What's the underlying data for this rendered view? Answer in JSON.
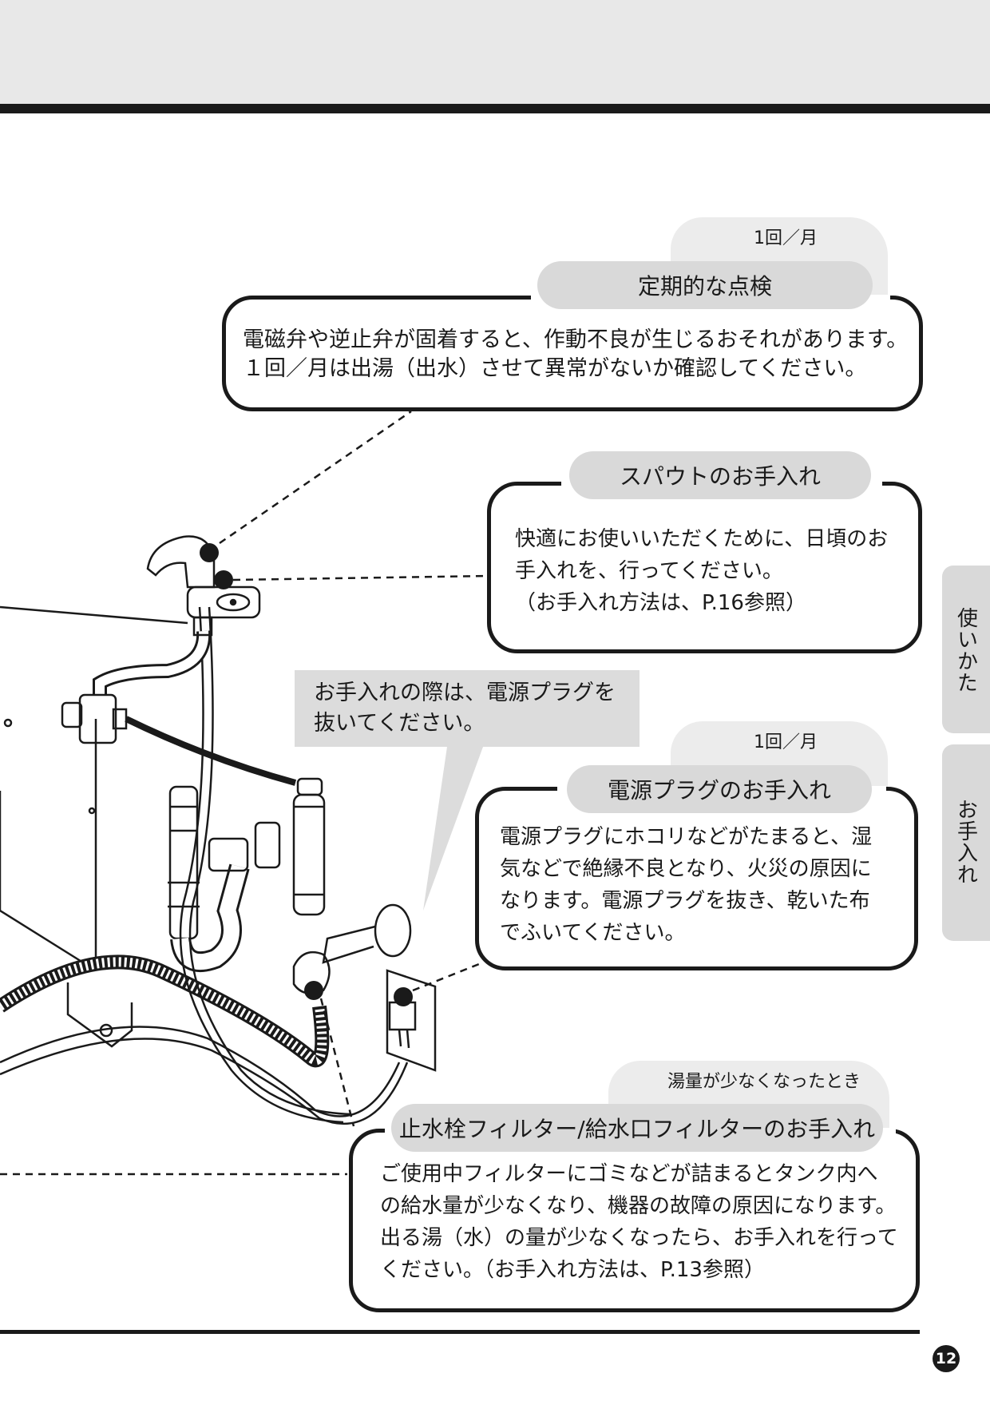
{
  "inspection": {
    "frequency": "1回／月",
    "title": "定期的な点検",
    "lines": [
      "電磁弁や逆止弁が固着すると、作動不良が生じるおそれがあります。",
      "１回／月は出湯（出水）させて異常がないか確認してください。"
    ]
  },
  "spout": {
    "title": "スパウトのお手入れ",
    "lines": [
      "快適にお使いいただくために、日頃のお",
      "手入れを、行ってください。",
      "（お手入れ方法は、P.16参照）"
    ]
  },
  "notice": {
    "lines": [
      "お手入れの際は、電源プラグを",
      "抜いてください。"
    ]
  },
  "plug": {
    "frequency": "1回／月",
    "title": "電源プラグのお手入れ",
    "lines": [
      "電源プラグにホコリなどがたまると、湿",
      "気などで絶縁不良となり、火災の原因に",
      "なります。電源プラグを抜き、乾いた布",
      "でふいてください。"
    ]
  },
  "filter": {
    "frequency": "湯量が少なくなったとき",
    "title": "止水栓フィルター/給水口フィルターのお手入れ",
    "lines": [
      "ご使用中フィルターにゴミなどが詰まるとタンク内へ",
      "の給水量が少なくなり、機器の故障の原因になります。",
      "出る湯（水）の量が少なくなったら、お手入れを行って",
      "ください。（お手入れ方法は、P.13参照）"
    ]
  },
  "side_tabs": [
    "使いかた",
    "お手入れ"
  ],
  "page_number": "12"
}
